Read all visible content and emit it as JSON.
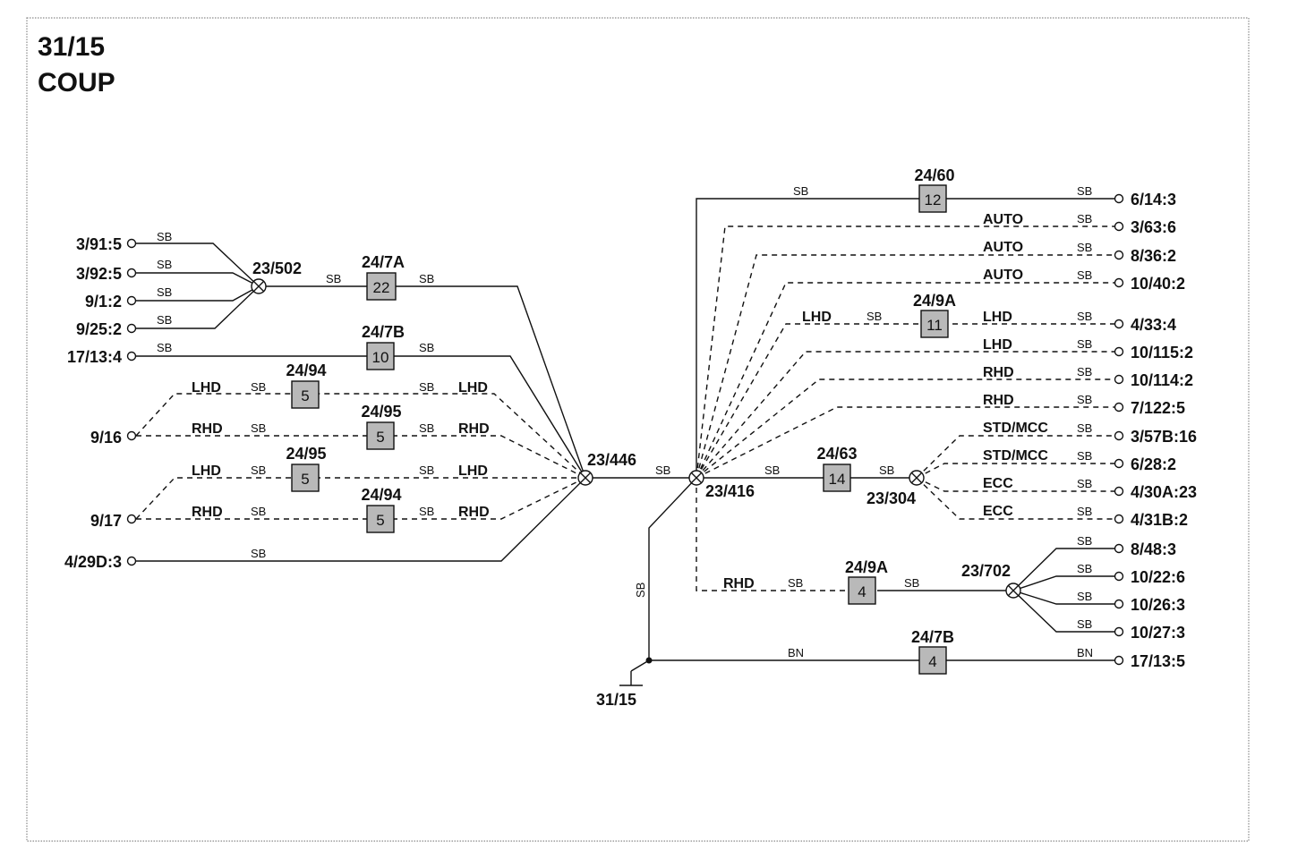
{
  "title": {
    "line1": "31/15",
    "line2": "COUP"
  },
  "ground": {
    "id": "31/15"
  },
  "splices": {
    "s502": "23/502",
    "s446": "23/446",
    "s416": "23/416",
    "s304": "23/304",
    "s702": "23/702"
  },
  "fuses": {
    "f7a": {
      "label": "24/7A",
      "num": "22"
    },
    "f7b": {
      "label": "24/7B",
      "num": "10"
    },
    "f94a": {
      "label": "24/94",
      "num": "5"
    },
    "f95a": {
      "label": "24/95",
      "num": "5"
    },
    "f95b": {
      "label": "24/95",
      "num": "5"
    },
    "f94b": {
      "label": "24/94",
      "num": "5"
    },
    "f60": {
      "label": "24/60",
      "num": "12"
    },
    "f9a1": {
      "label": "24/9A",
      "num": "11"
    },
    "f63": {
      "label": "24/63",
      "num": "14"
    },
    "f9a2": {
      "label": "24/9A",
      "num": "4"
    },
    "f7b2": {
      "label": "24/7B",
      "num": "4"
    }
  },
  "terminals_left": {
    "t1": "3/91:5",
    "t2": "3/92:5",
    "t3": "9/1:2",
    "t4": "9/25:2",
    "t5": "17/13:4",
    "t6": "9/16",
    "t7": "9/17",
    "t8": "4/29D:3"
  },
  "terminals_right": {
    "r1": "6/14:3",
    "r2": "3/63:6",
    "r3": "8/36:2",
    "r4": "10/40:2",
    "r5": "4/33:4",
    "r6": "10/115:2",
    "r7": "10/114:2",
    "r8": "7/122:5",
    "r9": "3/57B:16",
    "r10": "6/28:2",
    "r11": "4/30A:23",
    "r12": "4/31B:2",
    "r13": "8/48:3",
    "r14": "10/22:6",
    "r15": "10/26:3",
    "r16": "10/27:3",
    "r17": "17/13:5"
  },
  "tags": {
    "lhd": "LHD",
    "rhd": "RHD",
    "auto": "AUTO",
    "std_mcc": "STD/MCC",
    "ecc": "ECC"
  },
  "wire_colors": {
    "sb": "SB",
    "bn": "BN"
  }
}
